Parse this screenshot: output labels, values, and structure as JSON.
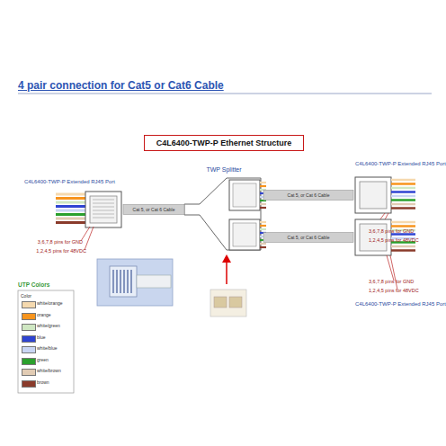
{
  "diagram": {
    "title": "4 pair connection for Cat5 or Cat6 Cable",
    "nodes": [
      {
        "text": [
          "C4L6400-TWP-P Ethernet Structure"
        ]
      },
      {
        "text": [
          "C4L6400-TWP-P Extended RJ45 Port"
        ]
      },
      {
        "text": [
          "TWP Splitter"
        ]
      },
      {
        "text": [
          "C4L6400-TWP-P Extended RJ45 Port"
        ]
      },
      {
        "text": [
          "C4L6400-TWP-P Extended RJ45 Port"
        ]
      }
    ],
    "edges": [
      {
        "from": 1,
        "to": 2,
        "arrow": "none",
        "label": "Cat 5, or Cat 6 Cable"
      },
      {
        "from": 2,
        "to": 3,
        "arrow": "none",
        "label": "Cat 5, or Cat 6 Cable"
      },
      {
        "from": 2,
        "to": 4,
        "arrow": "none",
        "label": "Cat 5, or Cat 6 Cable"
      }
    ],
    "labels": [
      "3,6,7,8 pins for GND",
      "1,2,4,5 pins for 48VDC",
      "3,6,7,8 pins for GND",
      "1,2,4,5 pins for 48VDC",
      "3,6,7,8 pins for GND",
      "1,2,4,5 pins for 48VDC",
      "UTP Colors",
      "Color"
    ],
    "legend": [
      {
        "text": "white/orange",
        "color": "#f5d9ae"
      },
      {
        "text": "orange",
        "color": "#f7941d"
      },
      {
        "text": "white/green",
        "color": "#cfe7c2"
      },
      {
        "text": "blue",
        "color": "#2f44d2"
      },
      {
        "text": "white/blue",
        "color": "#c9d5f4"
      },
      {
        "text": "green",
        "color": "#2ba02d"
      },
      {
        "text": "white/brown",
        "color": "#e2ccb4"
      },
      {
        "text": "brown",
        "color": "#8a3b2b"
      }
    ]
  }
}
